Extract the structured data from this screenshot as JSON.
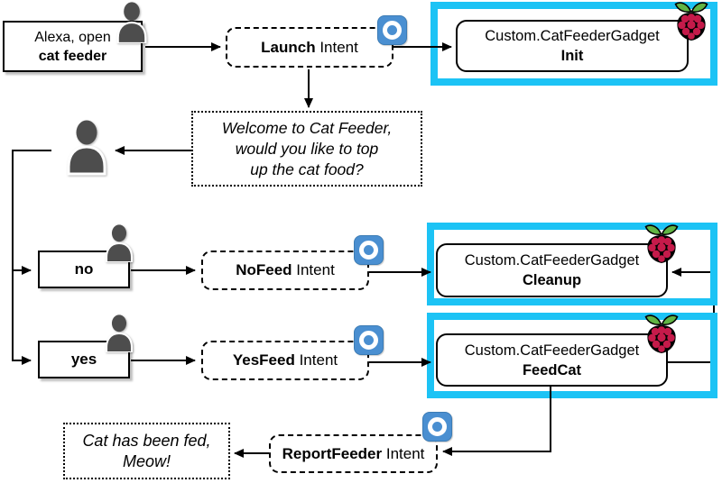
{
  "nodes": {
    "utterance": {
      "line1": "Alexa, open",
      "line2": "cat feeder"
    },
    "launch": {
      "bold": "Launch",
      "regular": " Intent"
    },
    "init": {
      "line1": "Custom.CatFeederGadget",
      "line2": "Init"
    },
    "welcome": {
      "line1": "Welcome to Cat Feeder,",
      "line2": "would you like to top",
      "line3": "up the cat food?"
    },
    "no": {
      "label": "no"
    },
    "yes": {
      "label": "yes"
    },
    "nofeed": {
      "bold": "NoFeed",
      "regular": " Intent"
    },
    "yesfeed": {
      "bold": "YesFeed",
      "regular": " Intent"
    },
    "cleanup": {
      "line1": "Custom.CatFeederGadget",
      "line2": "Cleanup"
    },
    "feedcat": {
      "line1": "Custom.CatFeederGadget",
      "line2": "FeedCat"
    },
    "report": {
      "bold": "ReportFeeder",
      "regular": " Intent"
    },
    "catfed": {
      "line1": "Cat has been fed,",
      "line2": "Meow!"
    }
  },
  "icons": {
    "person": "person-icon",
    "alexa": "alexa-skill-icon",
    "raspberry": "raspberry-pi-icon"
  },
  "colors": {
    "highlight": "#1cc3f5",
    "alexa_blue": "#4a8fd1",
    "alexa_blue_dark": "#3c7cb5",
    "person_gray": "#4d4d4d",
    "raspberry_red": "#c51a4a",
    "leaf_green": "#61b544",
    "line": "#000000"
  }
}
